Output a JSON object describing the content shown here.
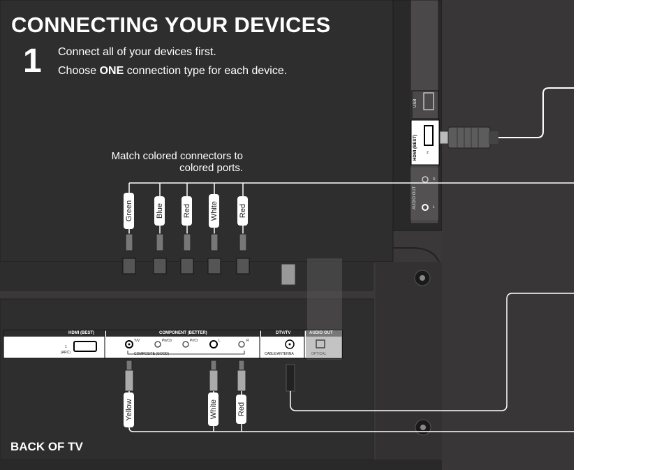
{
  "header": {
    "title": "CONNECTING YOUR DEVICES",
    "step_number": "1",
    "line1": "Connect all of your devices first.",
    "line2_prefix": "Choose ",
    "line2_bold": "ONE",
    "line2_suffix": " connection type for each device."
  },
  "match_note": "Match colored connectors to colored ports.",
  "component_cables": [
    "Green",
    "Blue",
    "Red",
    "White",
    "Red"
  ],
  "composite_cables": [
    "Yellow",
    "White",
    "Red"
  ],
  "side_panel": {
    "usb": "USB",
    "hdmi": "HDMI (BEST)",
    "hdmi_port": "2",
    "audio_out": "AUDIO OUT",
    "audio_r": "R",
    "audio_l": "L"
  },
  "bottom_panel": {
    "hdmi_header": "HDMI (BEST)",
    "hdmi_port_num": "1",
    "hdmi_arc": "(ARC)",
    "component_header": "COMPONENT (BETTER)",
    "yv": "Y/V",
    "pbcb": "Pb/Cb",
    "prcr": "Pr/Cr",
    "l": "L",
    "r": "R",
    "composite": "COMPOSITE (GOOD)",
    "dtv_header": "DTV/TV",
    "cable_antenna": "CABLE/ANTENNA",
    "audio_header": "AUDIO OUT",
    "optical": "OPTICAL"
  },
  "footer": {
    "back_label": "BACK OF TV"
  },
  "colors": {
    "tv_body": "#3a3838",
    "panel_dark": "#2c2b2b",
    "line": "#ffffff"
  }
}
